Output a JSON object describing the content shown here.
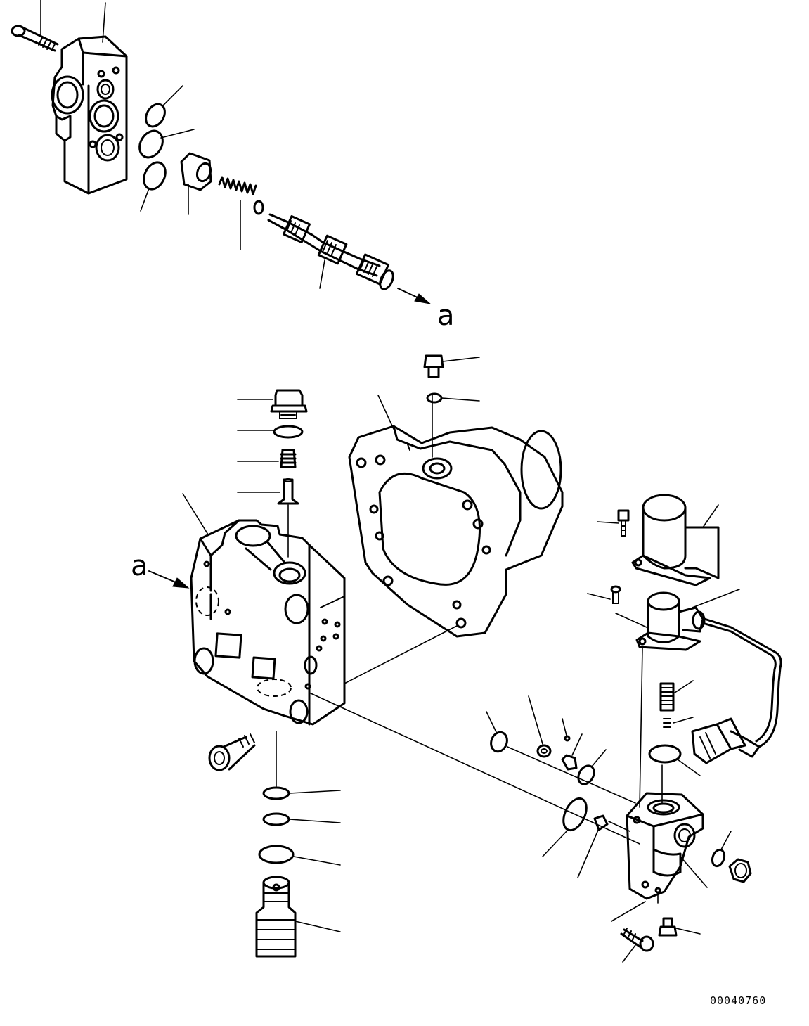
{
  "detail_label_top": "a",
  "detail_label_left": "a",
  "drawing_number": "00040760"
}
